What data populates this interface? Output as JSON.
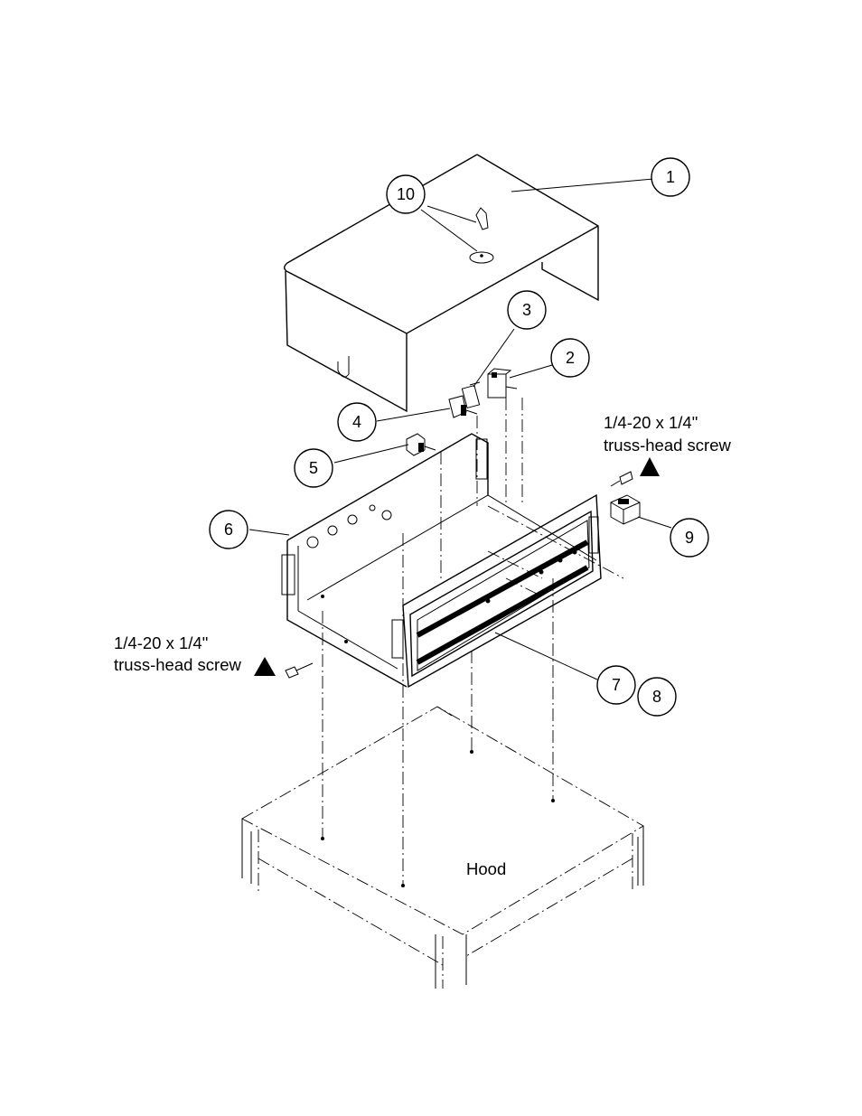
{
  "callouts": [
    {
      "id": "1",
      "label": "1"
    },
    {
      "id": "2",
      "label": "2"
    },
    {
      "id": "3",
      "label": "3"
    },
    {
      "id": "4",
      "label": "4"
    },
    {
      "id": "5",
      "label": "5"
    },
    {
      "id": "6",
      "label": "6"
    },
    {
      "id": "7",
      "label": "7"
    },
    {
      "id": "8",
      "label": "8"
    },
    {
      "id": "9",
      "label": "9"
    },
    {
      "id": "10",
      "label": "10"
    }
  ],
  "notes": {
    "screw_right_line1": "1/4-20 x 1/4\"",
    "screw_right_line2": "truss-head screw",
    "screw_left_line1": "1/4-20 x 1/4\"",
    "screw_left_line2": "truss-head screw"
  },
  "hood_label": "Hood"
}
